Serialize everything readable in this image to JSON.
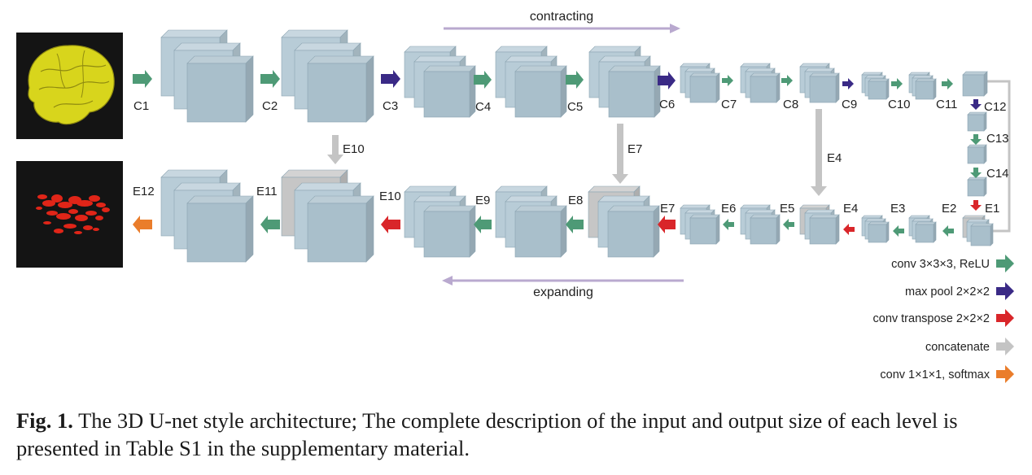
{
  "colors": {
    "block": "#a9bfcb",
    "block_light": "#b8ccd7",
    "block_edge": "#8ca4b1",
    "concat_block": "#c6c6c6",
    "conv_relu": "#4e9a76",
    "max_pool": "#3a2a86",
    "conv_transpose": "#d9262a",
    "concatenate": "#c4c4c4",
    "softmax": "#ea7d2b",
    "direction_arrow": "#b9a9cf"
  },
  "diagram": {
    "contracting_label": "contracting",
    "expanding_label": "expanding",
    "input_image": "brain-surface-render",
    "output_image": "segmentation-output",
    "labels": {
      "C1": "C1",
      "C2": "C2",
      "C3": "C3",
      "C4": "C4",
      "C5": "C5",
      "C6": "C6",
      "C7": "C7",
      "C8": "C8",
      "C9": "C9",
      "C10": "C10",
      "C11": "C11",
      "C12": "C12",
      "C13": "C13",
      "C14": "C14",
      "E1": "E1",
      "E2": "E2",
      "E3": "E3",
      "E4": "E4",
      "E5": "E5",
      "E6": "E6",
      "E7": "E7",
      "E8": "E8",
      "E9": "E9",
      "E10": "E10",
      "E11": "E11",
      "E12": "E12",
      "skip_E10": "E10",
      "skip_E7": "E7",
      "skip_E4": "E4"
    }
  },
  "legend": [
    {
      "label": "conv 3×3×3, ReLU",
      "color_key": "conv_relu"
    },
    {
      "label": "max pool 2×2×2",
      "color_key": "max_pool"
    },
    {
      "label": "conv transpose 2×2×2",
      "color_key": "conv_transpose"
    },
    {
      "label": "concatenate",
      "color_key": "concatenate"
    },
    {
      "label": "conv 1×1×1, softmax",
      "color_key": "softmax"
    }
  ],
  "caption": {
    "prefix": "Fig. 1.",
    "text": "The 3D U-net style architecture; The complete description of the input and output size of each level is presented in Table S1 in the supplementary material."
  }
}
